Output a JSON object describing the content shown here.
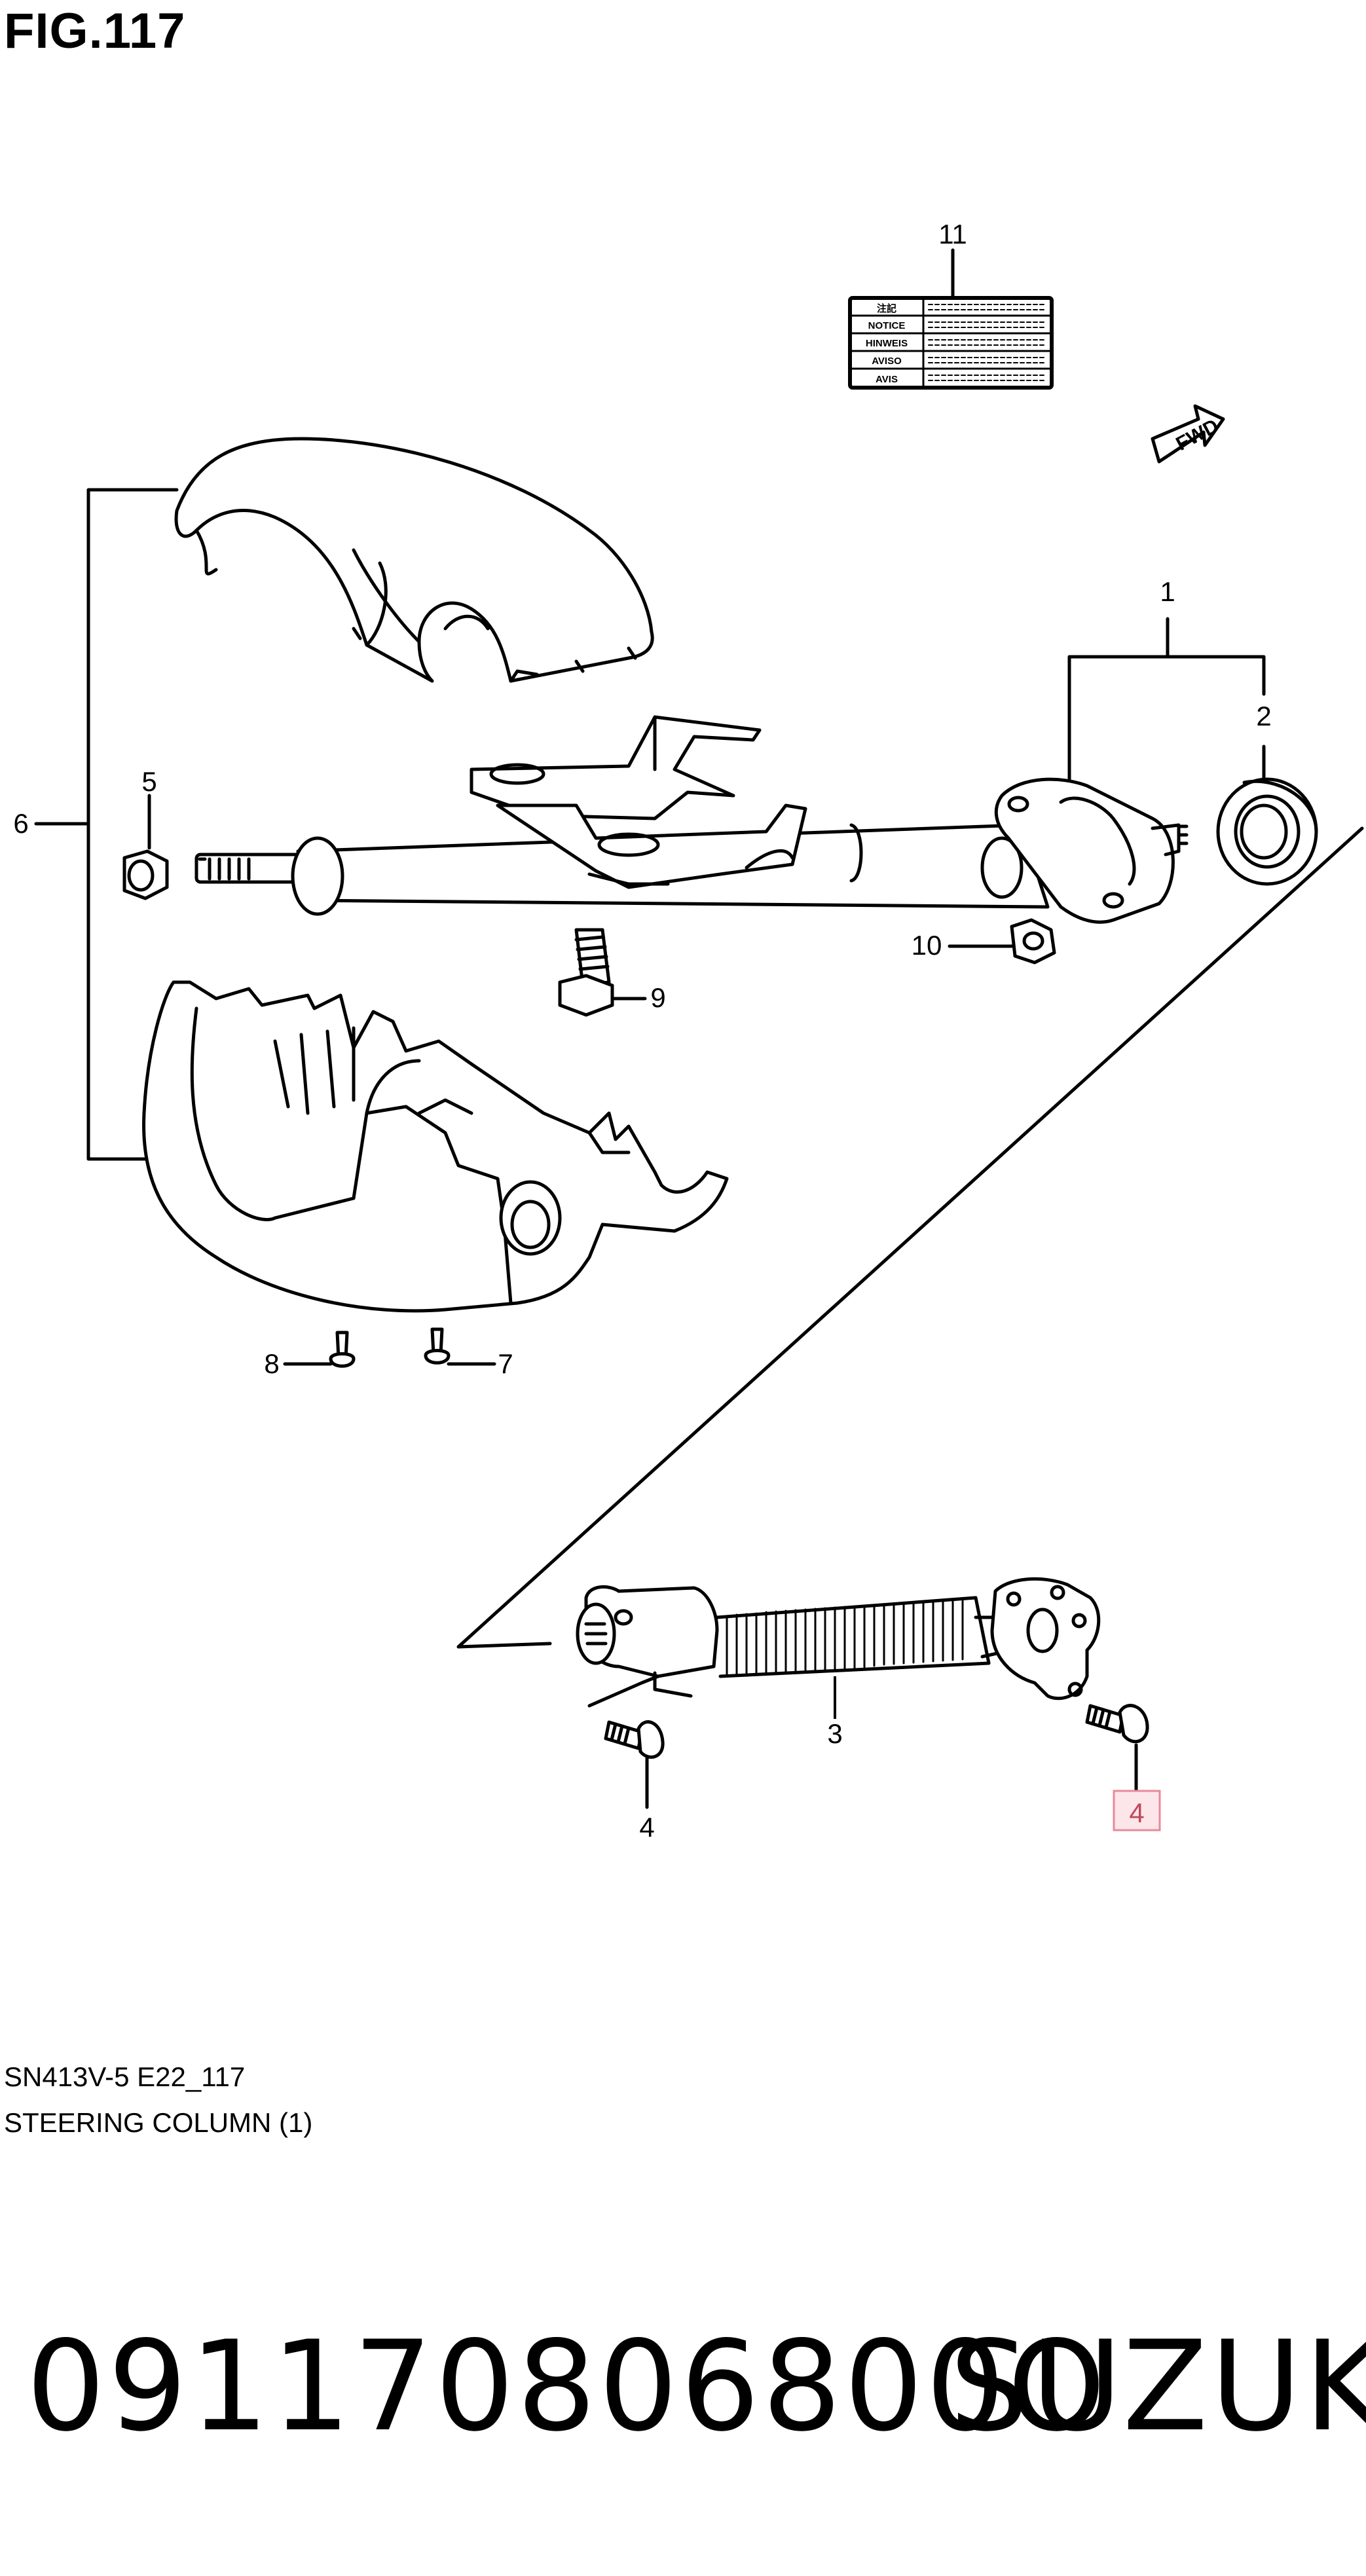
{
  "figure": {
    "title": "FIG.117",
    "code": "SN413V-5 E22_117",
    "name": "STEERING COLUMN (1)"
  },
  "callouts": {
    "c1": "1",
    "c2": "2",
    "c3": "3",
    "c4a": "4",
    "c4b": "4",
    "c5": "5",
    "c6": "6",
    "c7": "7",
    "c8": "8",
    "c9": "9",
    "c10": "10",
    "c11": "11"
  },
  "highlight": {
    "part_ref": "4",
    "color": "#e88a9a"
  },
  "label_plate": {
    "rows": [
      "注記",
      "NOTICE",
      "HINWEIS",
      "AVISO",
      "AVIS"
    ]
  },
  "fwd_badge": "FWD",
  "footer": {
    "part_number": "091170806800O",
    "brand": "SUZUKI"
  }
}
